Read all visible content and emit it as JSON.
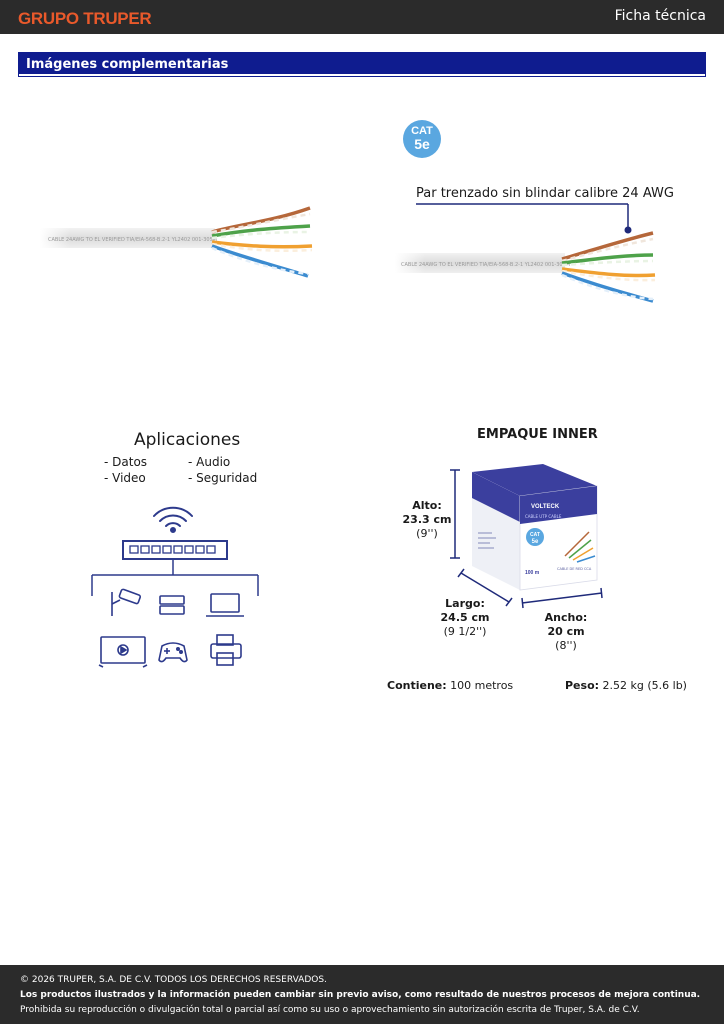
{
  "header": {
    "brand": "GRUPO TRUPER",
    "doc_type": "Ficha técnica"
  },
  "section": {
    "title": "Imágenes complementarias"
  },
  "cable": {
    "cat_badge_line1": "CAT",
    "cat_badge_line2": "5e",
    "callout": "Par trenzado sin blindar calibre 24 AWG",
    "jacket_print": "CABLE 24AWG TO EL VERIFIED TIA/EIA-568-B.2-1 YL2402 001-305M"
  },
  "applications": {
    "title": "Aplicaciones",
    "items": [
      "- Datos",
      "- Audio",
      "- Video",
      "- Seguridad"
    ]
  },
  "package": {
    "title": "EMPAQUE INNER",
    "height": {
      "label": "Alto:",
      "metric": "23.3 cm",
      "imperial": "(9'')"
    },
    "length": {
      "label": "Largo:",
      "metric": "24.5 cm",
      "imperial": "(9 1/2'')"
    },
    "width": {
      "label": "Ancho:",
      "metric": "20 cm",
      "imperial": "(8'')"
    },
    "box_brand": "VOLTECK",
    "box_subtitle": "CABLE UTP CABLE",
    "box_cat_line1": "CAT",
    "box_cat_line2": "5e",
    "box_length": "100 m",
    "box_side_text": "CABLE DE RED CCA"
  },
  "specs": {
    "contains_label": "Contiene:",
    "contains_value": " 100 metros",
    "weight_label": "Peso:",
    "weight_value": " 2.52 kg (5.6 lb)"
  },
  "footer": {
    "copyright": "© 2026 TRUPER, S.A. DE C.V. TODOS LOS DERECHOS RESERVADOS.",
    "notice": "Los productos ilustrados y la información pueden cambiar sin previo aviso, como resultado de nuestros procesos de mejora continua.",
    "prohibition": "Prohibida su reproducción o divulgación total o parcial así como su uso o aprovechamiento sin autorización escrita de Truper, S.A. de C.V."
  },
  "colors": {
    "brand_orange": "#e9592b",
    "section_blue": "#0f1c8f",
    "dark_bar": "#2b2b2b",
    "icon_navy": "#2d3a8c",
    "cat_blue": "#5aa7e0"
  }
}
